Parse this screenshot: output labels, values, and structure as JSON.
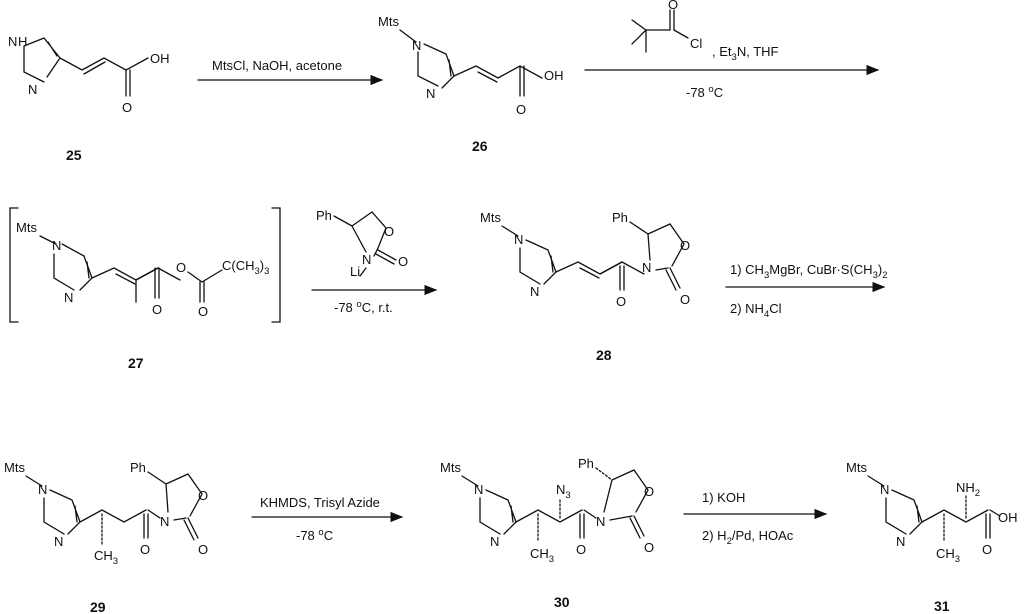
{
  "atoms": {
    "N": "N",
    "NH": "H",
    "O": "O",
    "OH": "OH",
    "Mts": "Mts",
    "Ph": "Ph",
    "Li": "Li",
    "Cl": "Cl",
    "NH2": "NH",
    "sub2": "2",
    "CH3": "CH",
    "sub3": "3",
    "N3": "N",
    "C_CH3_3": "C(CH",
    "close3": ")",
    "sub3b": "3"
  },
  "compounds": {
    "c25": "25",
    "c26": "26",
    "c27": "27",
    "c28": "28",
    "c29": "29",
    "c30": "30",
    "c31": "31"
  },
  "reagents": {
    "step1_top": "MtsCl, NaOH, acetone",
    "step2_top_a": ", Et",
    "step2_top_sub": "3",
    "step2_top_b": "N, THF",
    "step2_bottom": "-78 ",
    "deg": "o",
    "C": "C",
    "step3_bottom": "-78 ",
    "step3_bottom_b": "C, r.t.",
    "step4_top_a": "1) CH",
    "step4_top_sub": "3",
    "step4_top_b": "MgBr, CuBr",
    "step4_top_dot": "·",
    "step4_top_c": "S(CH",
    "step4_top_sub2": "3",
    "step4_top_d": ")",
    "step4_top_sub3": "2",
    "step4_bottom_a": "2) NH",
    "step4_bottom_sub": "4",
    "step4_bottom_b": "Cl",
    "step5_top": "KHMDS, Trisyl Azide",
    "step5_bottom": "-78 ",
    "step6_top": "1) KOH",
    "step6_bottom_a": "2) H",
    "step6_bottom_sub": "2",
    "step6_bottom_b": "/Pd, HOAc"
  }
}
